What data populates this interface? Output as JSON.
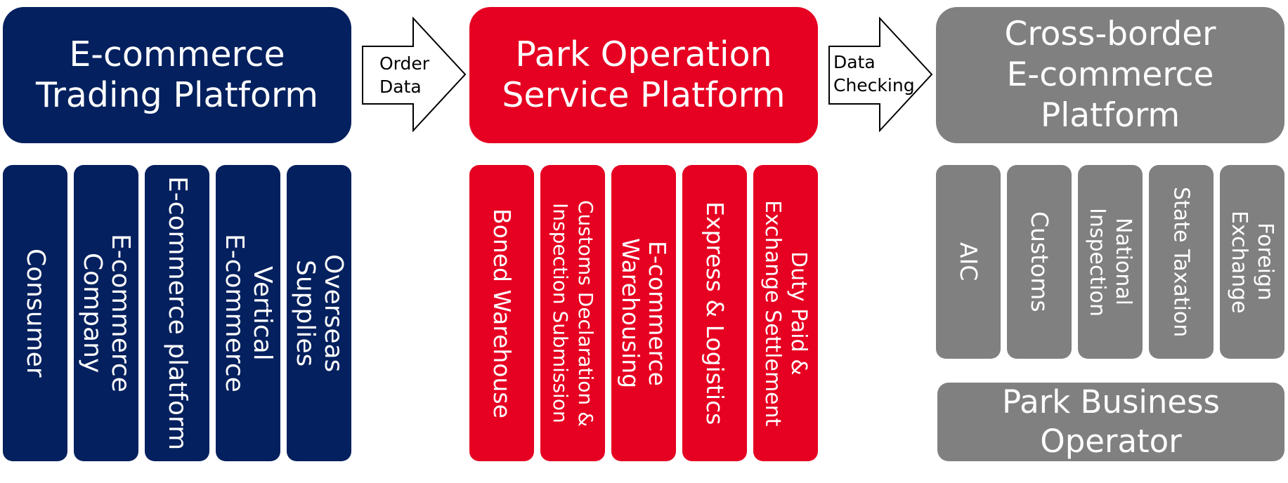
{
  "colors": {
    "navy": "#04205e",
    "red": "#e60021",
    "gray": "#808080",
    "arrow_fill": "#ffffff",
    "arrow_stroke": "#000000"
  },
  "left": {
    "header": "E-commerce\nTrading Platform",
    "columns": [
      "Consumer",
      "E-commerce\nCompany",
      "E-commerce platform",
      "Vertical\nE-commerce",
      "Overseas\nSupplies"
    ]
  },
  "arrow1": {
    "label": "Order\nData",
    "icon": "right-arrow-icon"
  },
  "middle": {
    "header": "Park Operation\nService  Platform",
    "columns": [
      "Boned Warehouse",
      "Customs Declaration &\nInspection Submission",
      "E-commerce\nWarehousing",
      "Express & Logistics",
      "Duty Paid &\nExchange Settlement"
    ]
  },
  "arrow2": {
    "label": "Data\nChecking",
    "icon": "right-arrow-icon"
  },
  "right": {
    "header": "Cross-border\nE-commerce\nPlatform",
    "columns": [
      "AIC",
      "Customs",
      "National\nInspection",
      "State Taxation",
      "Foreign\nExchange"
    ],
    "footer": "Park Business\nOperator"
  }
}
